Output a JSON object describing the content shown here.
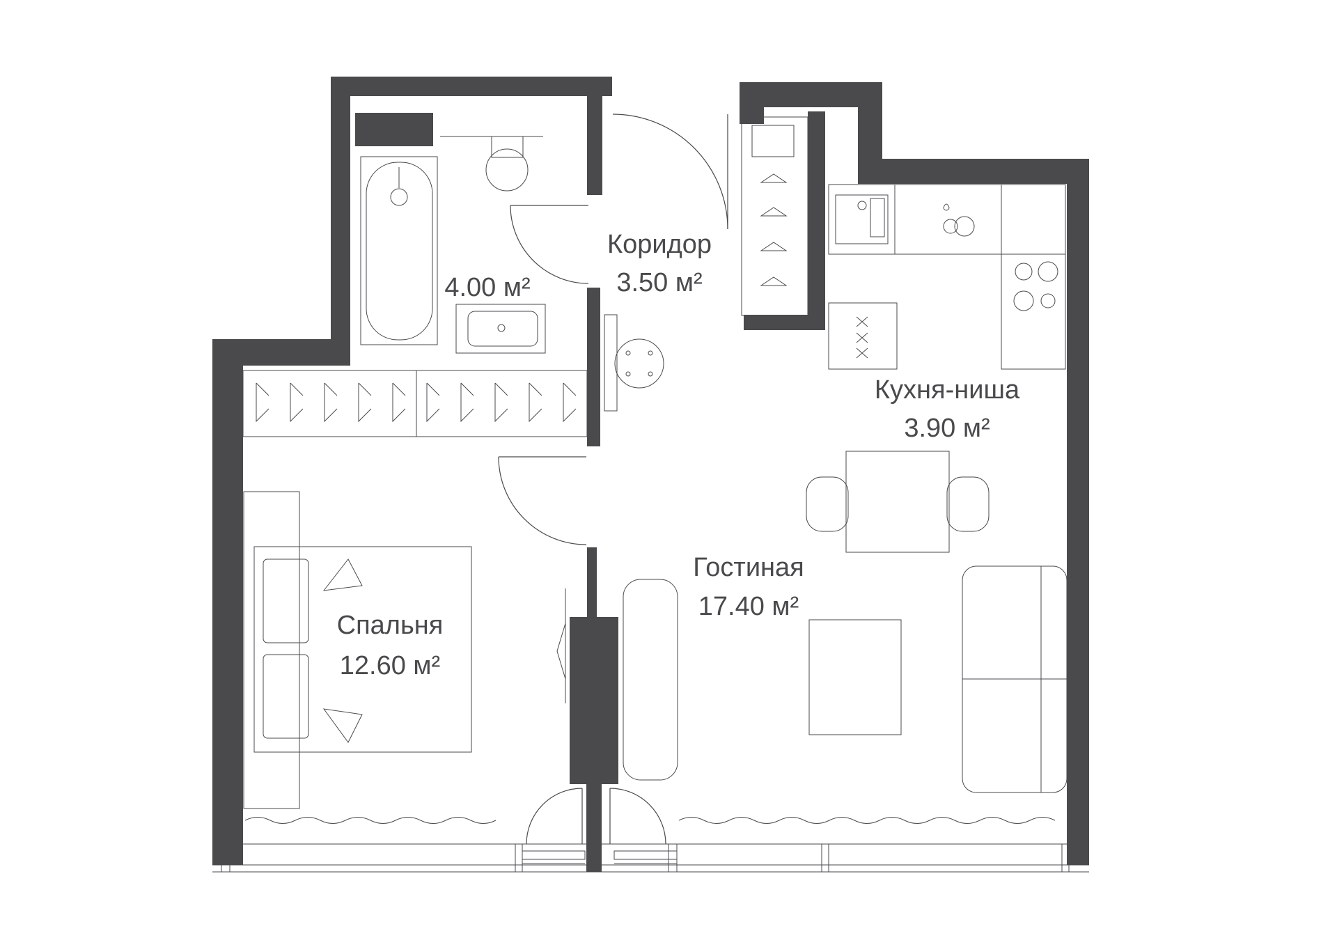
{
  "rooms": [
    {
      "name": "",
      "area": "4.00 м²"
    },
    {
      "name": "Коридор",
      "area": "3.50 м²"
    },
    {
      "name": "Кухня-ниша",
      "area": "3.90 м²"
    },
    {
      "name": "Гостиная",
      "area": "17.40 м²"
    },
    {
      "name": "Спальня",
      "area": "12.60 м²"
    }
  ],
  "colors": {
    "wall": "#4a4a4c",
    "background": "#ffffff"
  }
}
